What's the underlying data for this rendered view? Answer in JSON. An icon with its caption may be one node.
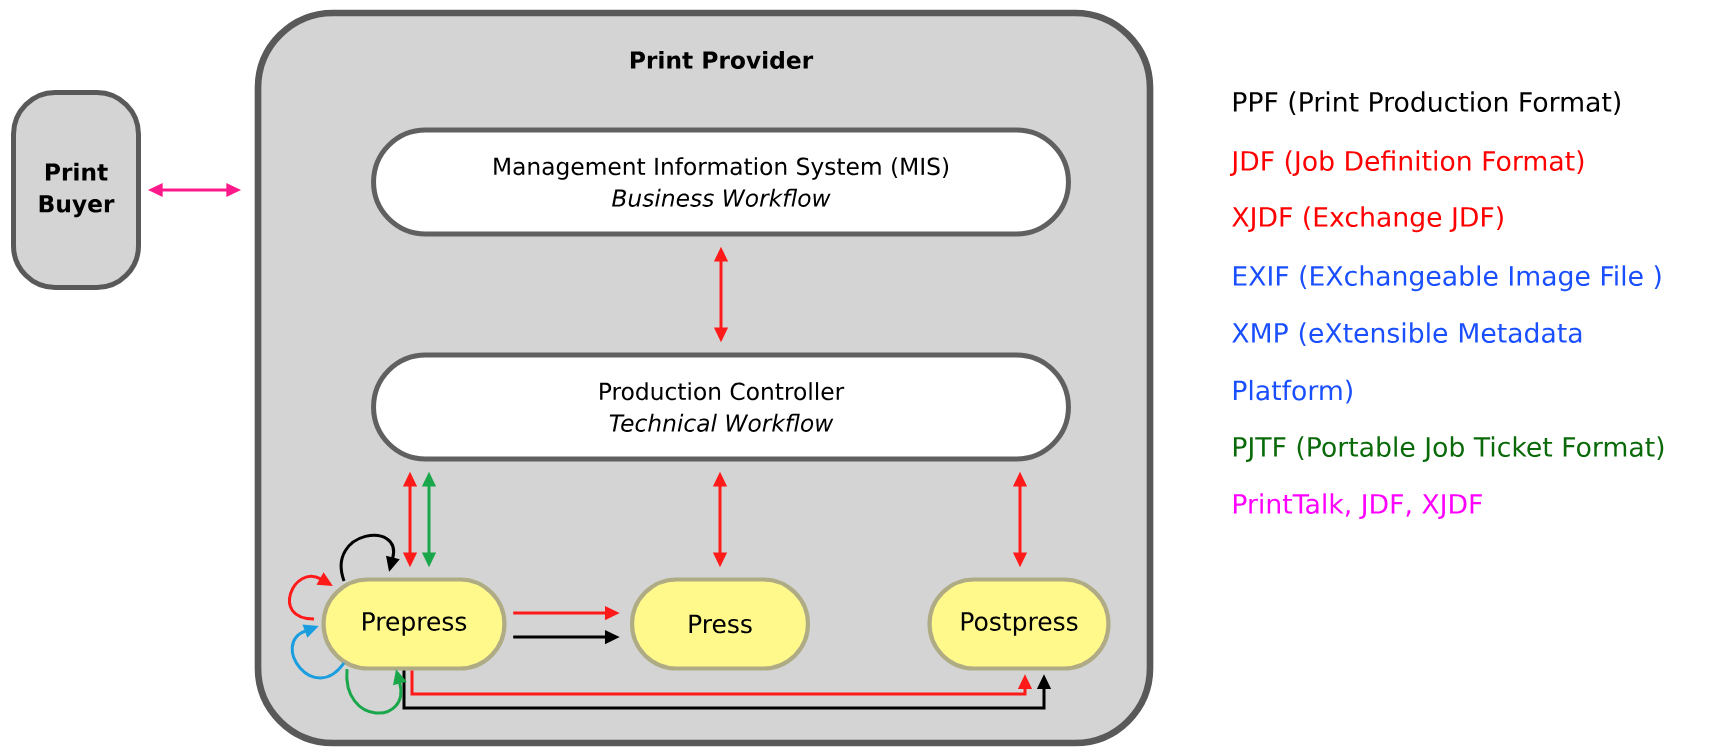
{
  "diagram": {
    "nodes": [
      {
        "text": [
          "Print Buyer"
        ]
      },
      {
        "text": [
          "Print Provider"
        ]
      },
      {
        "text": [
          "Management Information System (MIS)",
          "Business Workflow"
        ],
        "in": 1
      },
      {
        "text": [
          "Production Controller",
          "Technical Workflow"
        ],
        "in": 1
      },
      {
        "text": [
          "Prepress"
        ],
        "in": 1
      },
      {
        "text": [
          "Press"
        ],
        "in": 1
      },
      {
        "text": [
          "Postpress"
        ],
        "in": 1
      }
    ],
    "edges": [
      {
        "from": 0,
        "to": 1,
        "arrow": "both",
        "color": "#ff1a8c"
      },
      {
        "from": 2,
        "to": 3,
        "arrow": "both"
      },
      {
        "from": 3,
        "to": 4,
        "arrow": "both"
      },
      {
        "from": 3,
        "to": 4,
        "arrow": "both",
        "color": "#1aa64a"
      },
      {
        "from": 3,
        "to": 5,
        "arrow": "both"
      },
      {
        "from": 3,
        "to": 6,
        "arrow": "both"
      },
      {
        "from": 4,
        "to": 5,
        "arrow": "to"
      },
      {
        "from": 4,
        "to": 5,
        "arrow": "to",
        "color": "#000000"
      },
      {
        "from": 4,
        "to": 6,
        "arrow": "to"
      },
      {
        "from": 4,
        "to": 6,
        "arrow": "to",
        "color": "#000000"
      },
      {
        "from": 4,
        "to": 4,
        "arrow": "to",
        "color": "#000000"
      },
      {
        "from": 4,
        "to": 4,
        "arrow": "to"
      },
      {
        "from": 4,
        "to": 4,
        "arrow": "to",
        "color": "#1a9ee0"
      },
      {
        "from": 4,
        "to": 4,
        "arrow": "to",
        "color": "#1aa64a"
      }
    ],
    "legend": [
      {
        "text": "PPF (Print Production Format)",
        "color": "#000000"
      },
      {
        "text": "JDF (Job Definition Format)",
        "color": "#ff0000"
      },
      {
        "text": "XJDF (Exchange JDF)",
        "color": "#ff0000"
      },
      {
        "text": "EXIF (EXchangeable Image File )",
        "color": "#1a4fff"
      },
      {
        "text": "XMP (eXtensible Metadata Platform)",
        "color": "#1a4fff"
      },
      {
        "text": "PJTF (Portable Job Ticket Format)",
        "color": "#0a6a0a"
      },
      {
        "text": "PrintTalk, JDF, XJDF",
        "color": "#ff00ff"
      }
    ]
  }
}
